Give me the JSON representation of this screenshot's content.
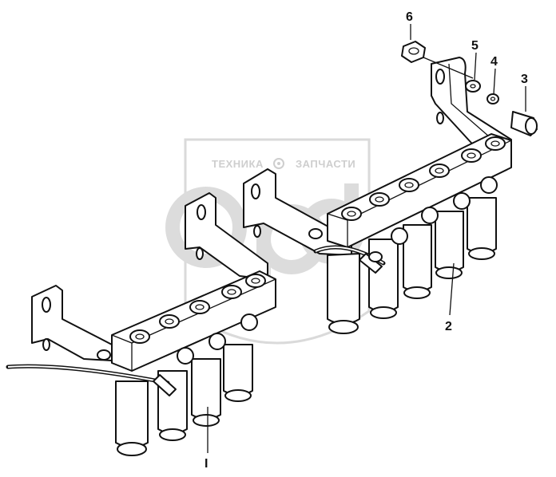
{
  "watermark": {
    "left_text": "ТЕХНИКА",
    "right_text": "ЗАПЧАСТИ",
    "logo": "epd",
    "emblem": "gear-icon"
  },
  "callouts": [
    {
      "id": "callout-6",
      "label": "6"
    },
    {
      "id": "callout-5",
      "label": "5"
    },
    {
      "id": "callout-4",
      "label": "4"
    },
    {
      "id": "callout-3",
      "label": "3"
    },
    {
      "id": "callout-2",
      "label": "2"
    },
    {
      "id": "callout-1",
      "label": "I"
    }
  ],
  "colors": {
    "line": "#111111",
    "watermark": "#c9c9c9",
    "background": "#ffffff"
  }
}
